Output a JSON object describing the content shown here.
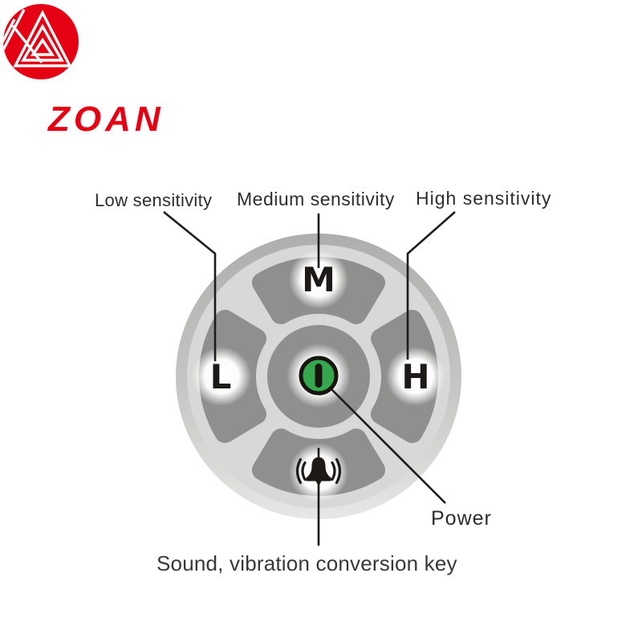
{
  "brand": {
    "wordmark": "ZOAN",
    "logo_icon": "zoan-logo-icon",
    "color": "#e60013"
  },
  "callouts": {
    "low": "Low sensitivity",
    "medium": "Medium sensitivity",
    "high": "High sensitivity",
    "power": "Power",
    "sound_vibration": "Sound, vibration conversion key"
  },
  "dial": {
    "letters": {
      "medium": "M",
      "low": "L",
      "high": "H"
    },
    "icons": {
      "sound": "bell-icon",
      "power": "power-bar-icon"
    },
    "colors": {
      "face_light": "#d8d8d6",
      "rim_dark": "#aeaeac",
      "button_gray": "#8f8f8d",
      "power_green": "#35a74e",
      "glyph_black": "#1d1916"
    }
  },
  "text_color": "#2d2d2d"
}
